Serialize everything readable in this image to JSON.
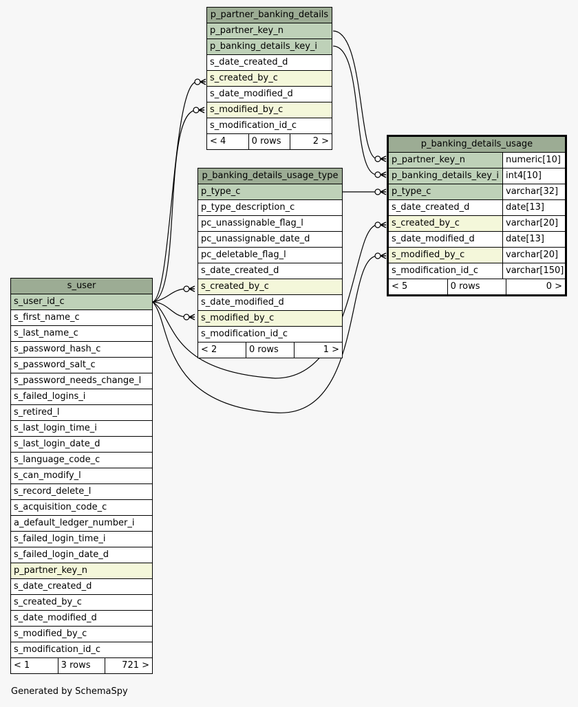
{
  "tables": {
    "pbd": {
      "name": "p_partner_banking_details",
      "columns": [
        {
          "name": "p_partner_key_n",
          "kind": "pk"
        },
        {
          "name": "p_banking_details_key_i",
          "kind": "pk"
        },
        {
          "name": "s_date_created_d",
          "kind": ""
        },
        {
          "name": "s_created_by_c",
          "kind": "fk"
        },
        {
          "name": "s_date_modified_d",
          "kind": ""
        },
        {
          "name": "s_modified_by_c",
          "kind": "fk"
        },
        {
          "name": "s_modification_id_c",
          "kind": ""
        }
      ],
      "footer": {
        "left": "< 4",
        "mid": "0 rows",
        "right": "2 >"
      }
    },
    "pbdut": {
      "name": "p_banking_details_usage_type",
      "columns": [
        {
          "name": "p_type_c",
          "kind": "pk"
        },
        {
          "name": "p_type_description_c",
          "kind": ""
        },
        {
          "name": "pc_unassignable_flag_l",
          "kind": ""
        },
        {
          "name": "pc_unassignable_date_d",
          "kind": ""
        },
        {
          "name": "pc_deletable_flag_l",
          "kind": ""
        },
        {
          "name": "s_date_created_d",
          "kind": ""
        },
        {
          "name": "s_created_by_c",
          "kind": "fk"
        },
        {
          "name": "s_date_modified_d",
          "kind": ""
        },
        {
          "name": "s_modified_by_c",
          "kind": "fk"
        },
        {
          "name": "s_modification_id_c",
          "kind": ""
        }
      ],
      "footer": {
        "left": "< 2",
        "mid": "0 rows",
        "right": "1 >"
      }
    },
    "pbdu": {
      "name": "p_banking_details_usage",
      "columns": [
        {
          "name": "p_partner_key_n",
          "type": "numeric[10]",
          "kind": "pk"
        },
        {
          "name": "p_banking_details_key_i",
          "type": "int4[10]",
          "kind": "pk"
        },
        {
          "name": "p_type_c",
          "type": "varchar[32]",
          "kind": "pk"
        },
        {
          "name": "s_date_created_d",
          "type": "date[13]",
          "kind": ""
        },
        {
          "name": "s_created_by_c",
          "type": "varchar[20]",
          "kind": "fk"
        },
        {
          "name": "s_date_modified_d",
          "type": "date[13]",
          "kind": ""
        },
        {
          "name": "s_modified_by_c",
          "type": "varchar[20]",
          "kind": "fk"
        },
        {
          "name": "s_modification_id_c",
          "type": "varchar[150]",
          "kind": ""
        }
      ],
      "footer": {
        "left": "< 5",
        "mid": "0 rows",
        "right": "0 >"
      }
    },
    "suser": {
      "name": "s_user",
      "columns": [
        {
          "name": "s_user_id_c",
          "kind": "pk"
        },
        {
          "name": "s_first_name_c",
          "kind": ""
        },
        {
          "name": "s_last_name_c",
          "kind": ""
        },
        {
          "name": "s_password_hash_c",
          "kind": ""
        },
        {
          "name": "s_password_salt_c",
          "kind": ""
        },
        {
          "name": "s_password_needs_change_l",
          "kind": ""
        },
        {
          "name": "s_failed_logins_i",
          "kind": ""
        },
        {
          "name": "s_retired_l",
          "kind": ""
        },
        {
          "name": "s_last_login_time_i",
          "kind": ""
        },
        {
          "name": "s_last_login_date_d",
          "kind": ""
        },
        {
          "name": "s_language_code_c",
          "kind": ""
        },
        {
          "name": "s_can_modify_l",
          "kind": ""
        },
        {
          "name": "s_record_delete_l",
          "kind": ""
        },
        {
          "name": "s_acquisition_code_c",
          "kind": ""
        },
        {
          "name": "a_default_ledger_number_i",
          "kind": ""
        },
        {
          "name": "s_failed_login_time_i",
          "kind": ""
        },
        {
          "name": "s_failed_login_date_d",
          "kind": ""
        },
        {
          "name": "p_partner_key_n",
          "kind": "fk"
        },
        {
          "name": "s_date_created_d",
          "kind": ""
        },
        {
          "name": "s_created_by_c",
          "kind": ""
        },
        {
          "name": "s_date_modified_d",
          "kind": ""
        },
        {
          "name": "s_modified_by_c",
          "kind": ""
        },
        {
          "name": "s_modification_id_c",
          "kind": ""
        }
      ],
      "footer": {
        "left": "< 1",
        "mid": "3 rows",
        "right": "721 >"
      }
    }
  },
  "generated_by": "Generated by SchemaSpy"
}
